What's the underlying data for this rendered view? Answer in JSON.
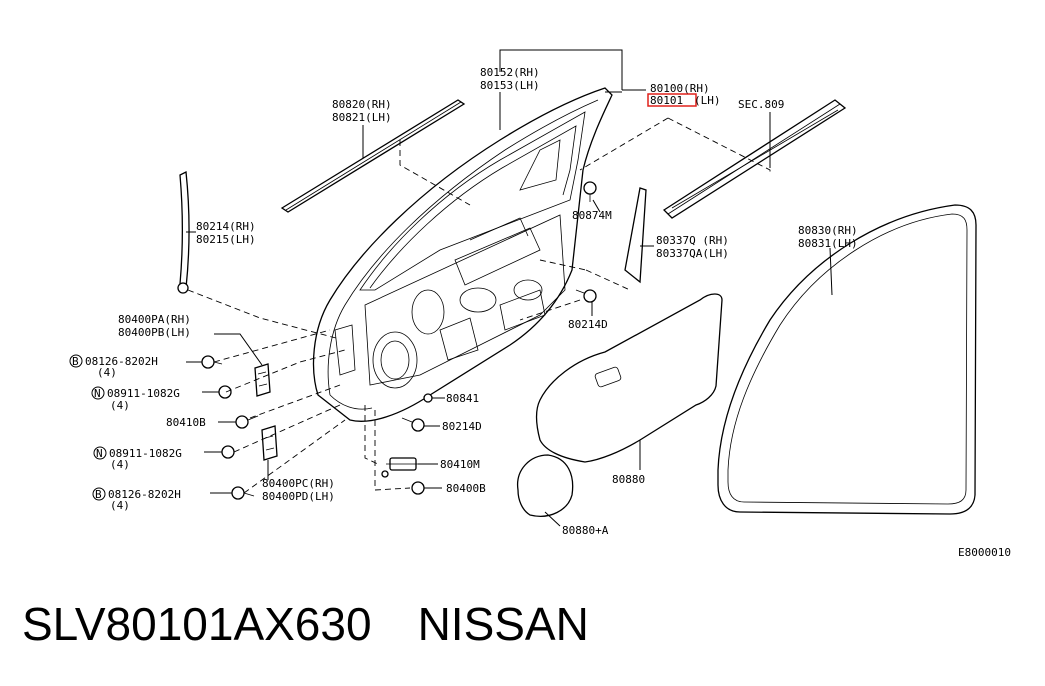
{
  "diagram": {
    "labels": {
      "p80152": "80152(RH)",
      "p80153": "80153(LH)",
      "p80100": "80100(RH)",
      "p80101": "80101",
      "p80101_suffix": "(LH)",
      "p80820": "80820(RH)",
      "p80821": "80821(LH)",
      "sec809": "SEC.809",
      "p80874m": "80874M",
      "p80214": "80214(RH)",
      "p80215": "80215(LH)",
      "p80337q": "80337Q (RH)",
      "p80337qa": "80337QA(LH)",
      "p80830": "80830(RH)",
      "p80831": "80831(LH)",
      "p80214d_a": "80214D",
      "p80400pa": "80400PA(RH)",
      "p80400pb": "80400PB(LH)",
      "b08126_a": "08126-8202H",
      "b08126_a_qty": "(4)",
      "n08911_a": "08911-1082G",
      "n08911_a_qty": "(4)",
      "p80410b": "80410B",
      "p80841": "80841",
      "p80214d_b": "80214D",
      "n08911_b": "08911-1082G",
      "n08911_b_qty": "(4)",
      "p80410m": "80410M",
      "b08126_b": "08126-8202H",
      "b08126_b_qty": "(4)",
      "p80400pc": "80400PC(RH)",
      "p80400pd": "80400PD(LH)",
      "p80400b": "80400B",
      "p80880": "80880",
      "p80880a": "80880+A",
      "circle_b": "B",
      "circle_n": "N",
      "drawing_code": "E8000010"
    },
    "highlight_color": "#e0201a"
  },
  "caption": {
    "part_number": "SLV80101AX630",
    "brand": "NISSAN"
  }
}
